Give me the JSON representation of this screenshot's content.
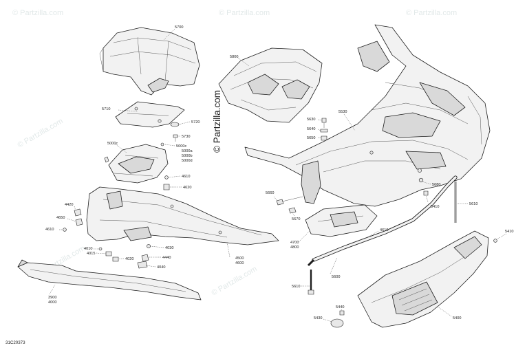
{
  "watermark": {
    "text": "© Partzilla.com",
    "main_text": "© Partzilla.com"
  },
  "figure_code": "31C20373",
  "callouts": {
    "c5700": "5700",
    "c5710": "5710",
    "c5720": "5720",
    "c5730": "5730",
    "c5000c_a": "5000c",
    "c5000c_b": "5000c",
    "c5000a": "5000a",
    "c5000b": "5000b",
    "c5000d": "5000d",
    "c4610_a": "4610",
    "c4620": "4620",
    "c4420": "4420",
    "c4650": "4650",
    "c4610_b": "4610",
    "c4030": "4030",
    "c4010": "4010",
    "c4015": "4015",
    "c4020": "4020",
    "c4440": "4440",
    "c4040": "4040",
    "c4500": "4500",
    "c4600": "4600",
    "c3900": "3900",
    "c4000": "4000",
    "c5800": "5800",
    "c5630": "5630",
    "c5640": "5640",
    "c5650": "5650",
    "c5530": "5530",
    "c5660": "5660",
    "c5670": "5670",
    "c5680": "5680",
    "c5410_a": "5410",
    "c5610_a": "5610",
    "c4700": "4700",
    "c4800": "4800",
    "c4610_c": "4610",
    "c5410_b": "5410",
    "c5610_b": "5610",
    "c5600": "5600",
    "c5440": "5440",
    "c5430": "5430",
    "c5400": "5400"
  }
}
